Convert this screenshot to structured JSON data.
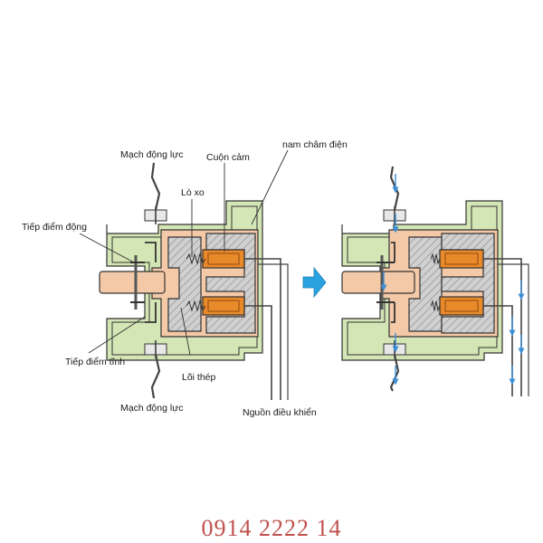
{
  "labels": {
    "mach_dong_luc_top": "Mạch động lực",
    "cuon_cam": "Cuộn cảm",
    "nam_cham_dien": "nam châm điện",
    "lo_xo": "Lò xo",
    "tiep_diem_dong": "Tiếp điểm động",
    "tiep_diem_tinh": "Tiếp điểm tĩnh",
    "loi_thep": "Lõi thép",
    "mach_dong_luc_bottom": "Mạch động lực",
    "nguon_dieu_khien": "Nguồn điều khiển"
  },
  "phone": "0914 2222 14",
  "colors": {
    "housing_green": "#d4e6b5",
    "body_peach": "#f4c9a8",
    "core_gray": "#cfcfcf",
    "coil_orange": "#e8892a",
    "arrow_blue": "#29a3e0",
    "flow_blue": "#3b8fd6",
    "phone_red": "#c0504d"
  }
}
